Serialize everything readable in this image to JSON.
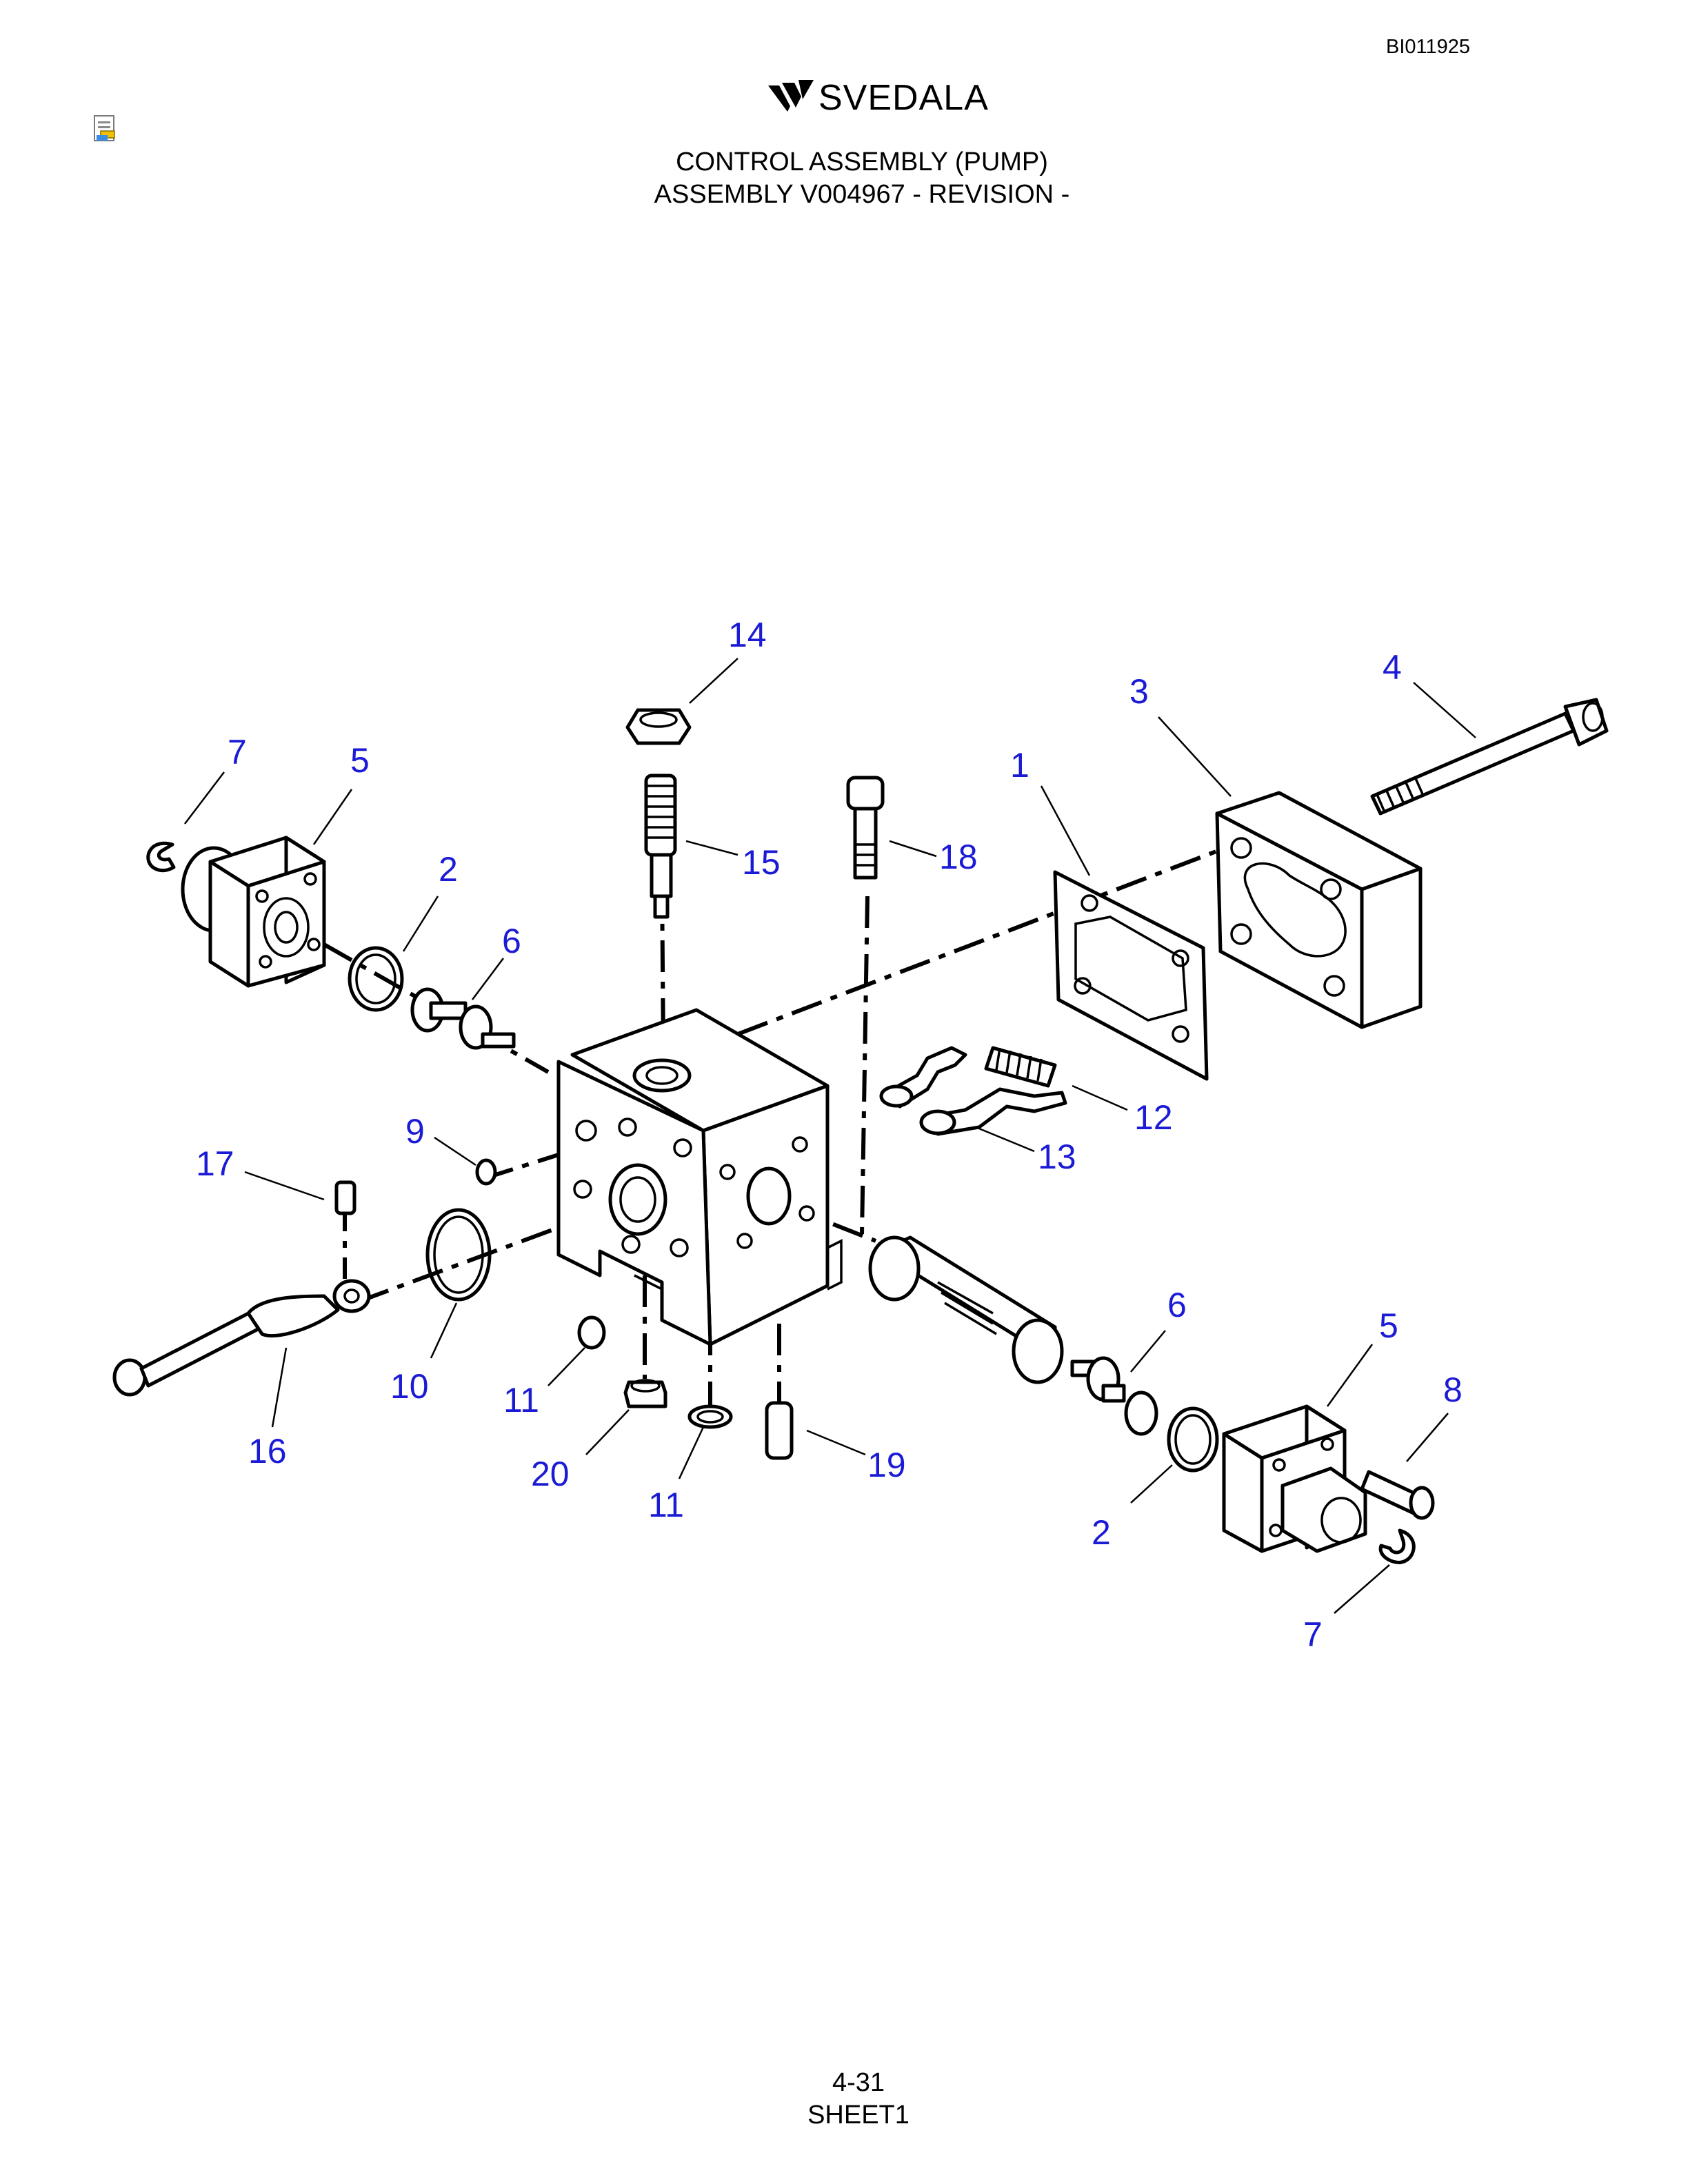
{
  "header": {
    "doc_id": "BI011925",
    "brand": "SVEDALA",
    "title_line1": "CONTROL ASSEMBLY (PUMP)",
    "title_line2": "ASSEMBLY V004967 - REVISION -"
  },
  "footer": {
    "page": "4-31",
    "sheet": "SHEET1"
  },
  "callouts": [
    "14",
    "3",
    "4",
    "7",
    "5",
    "1",
    "2",
    "15",
    "18",
    "6",
    "12",
    "9",
    "13",
    "17",
    "6",
    "5",
    "8",
    "10",
    "11",
    "16",
    "20",
    "19",
    "11",
    "2",
    "7"
  ],
  "colors": {
    "callout": "#1b1bd6",
    "line": "#000000"
  }
}
